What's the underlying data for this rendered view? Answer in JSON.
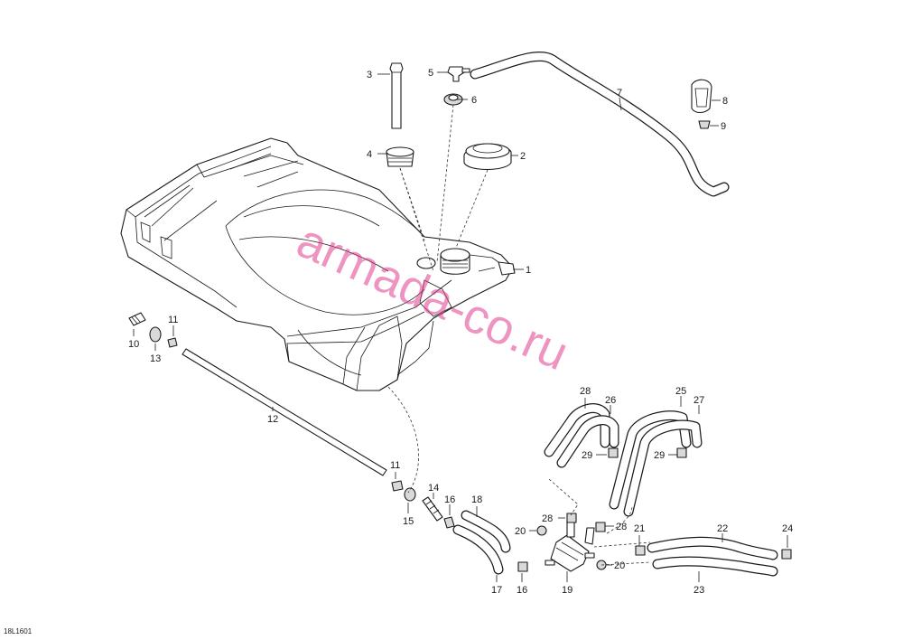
{
  "watermark": "armada-co.ru",
  "ref_code": "18L1601",
  "callouts": [
    "1",
    "2",
    "3",
    "4",
    "5",
    "6",
    "7",
    "8",
    "9",
    "10",
    "11",
    "11",
    "12",
    "13",
    "14",
    "15",
    "16",
    "16",
    "17",
    "18",
    "19",
    "20",
    "20",
    "21",
    "22",
    "23",
    "24",
    "25",
    "26",
    "27",
    "28",
    "28",
    "28",
    "29",
    "29"
  ]
}
